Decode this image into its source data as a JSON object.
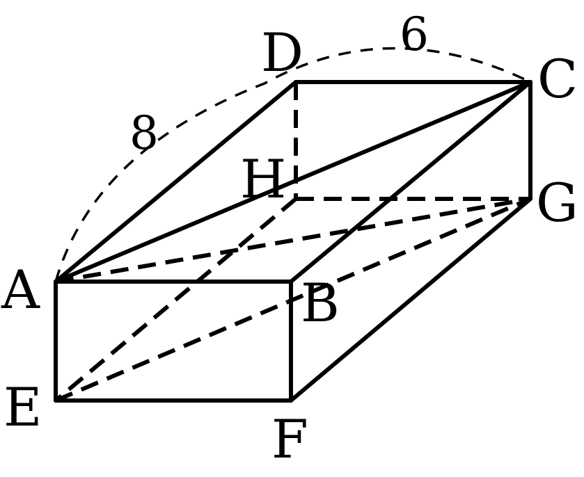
{
  "figure": {
    "vertices": {
      "A": "A",
      "B": "B",
      "C": "C",
      "D": "D",
      "E": "E",
      "F": "F",
      "G": "G",
      "H": "H"
    },
    "measurements": {
      "arc_AC_via_D_left": "8",
      "arc_AC_via_D_right": "6"
    },
    "edges_visible": [
      "AB",
      "BF",
      "FE",
      "EA",
      "AD",
      "DC",
      "CB",
      "CG",
      "GF",
      "AC"
    ],
    "edges_hidden": [
      "DH",
      "HG",
      "HE",
      "AG",
      "EG"
    ],
    "color": "#000000"
  }
}
